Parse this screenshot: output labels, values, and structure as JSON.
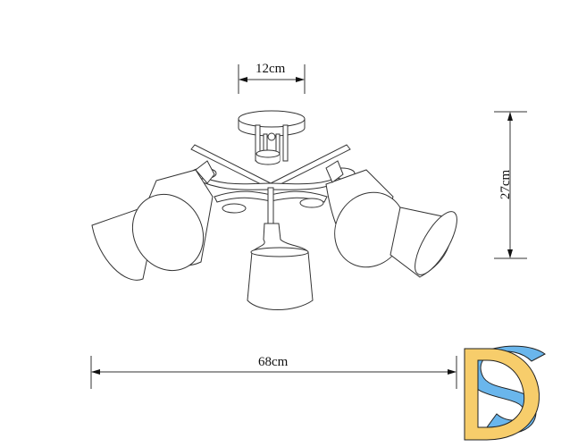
{
  "diagram": {
    "subject": "five-arm ceiling chandelier with fabric shades",
    "line_color": "#333333",
    "dimensions": {
      "canopy_width": "12cm",
      "height": "27cm",
      "overall_width": "68cm"
    },
    "logo": {
      "text": "DS",
      "letters": [
        {
          "char": "D",
          "color": "#F7CD6B"
        },
        {
          "char": "S",
          "color": "#6AB6EC"
        }
      ]
    }
  }
}
